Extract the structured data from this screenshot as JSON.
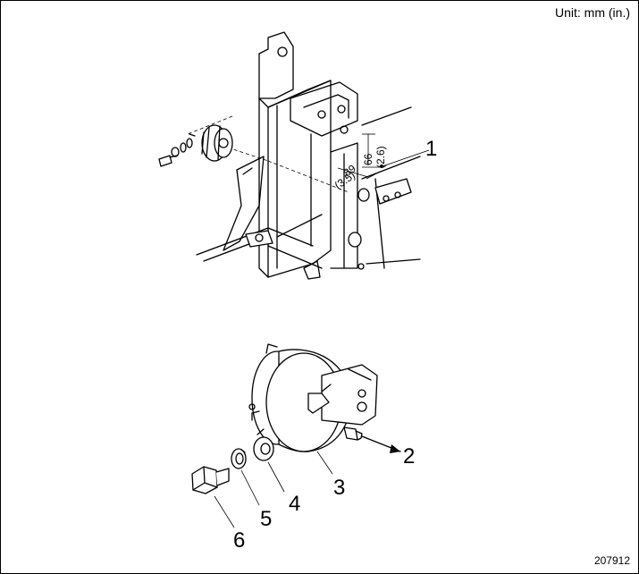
{
  "header": {
    "unit_label": "Unit:  mm (in.)"
  },
  "footer": {
    "figure_number": "207912"
  },
  "dimensions": {
    "vertical_mm": "66",
    "vertical_in": "(2.6)",
    "horizontal_mm": "89",
    "horizontal_in": "(3.5)"
  },
  "callouts": [
    "1",
    "2",
    "3",
    "4",
    "5",
    "6"
  ],
  "colors": {
    "line": "#000000",
    "background": "#ffffff"
  }
}
